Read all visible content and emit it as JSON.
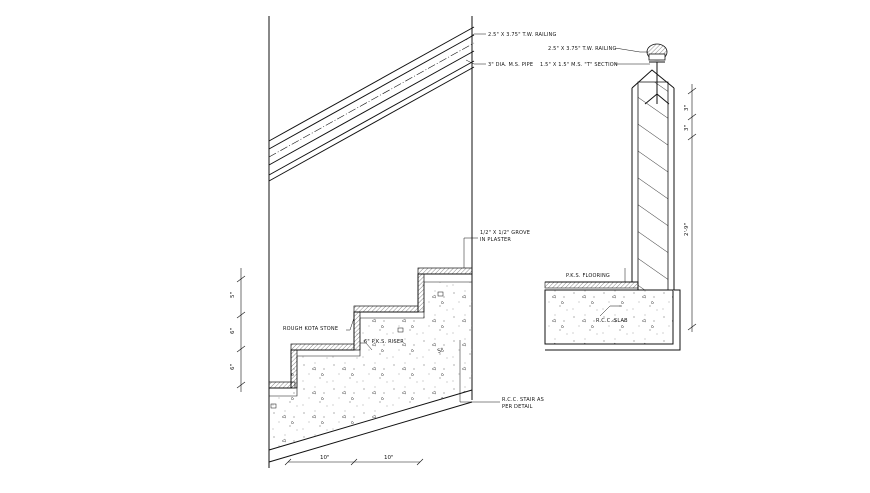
{
  "labels": {
    "railing_left": "2.5\" X 3.75\" T.W. RAILING",
    "pipe": "3\" DIA. M.S. PIPE",
    "railing_right": "2.5\" X 3.75\" T.W. RAILING",
    "t_section": "1.5\" X 1.5\" M.S. \"T\" SECTION",
    "groove_1": "1/2\" X 1/2\" GROVE",
    "groove_2": "IN PLASTER",
    "flooring": "P.K.S. FLOORING",
    "kota": "ROUGH KOTA STONE",
    "riser": "6\" P.K.S. RISER",
    "rcc_slab": "R.C.C. SLAB",
    "rcc_stair_1": "R.C.C. STAIR AS",
    "rcc_stair_2": "PER DETAIL"
  },
  "dimensions": {
    "left_1": "5\"",
    "left_2": "6\"",
    "left_3": "6\"",
    "right_1": "3\"",
    "right_2": "3\"",
    "right_3": "2'-9\"",
    "bottom_1": "10\"",
    "bottom_2": "10\"",
    "slope": "5\""
  }
}
